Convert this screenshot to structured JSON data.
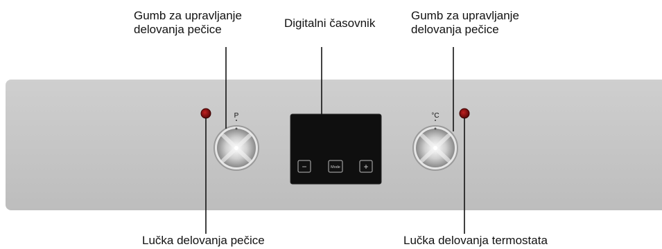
{
  "labels": {
    "left_knob_line1": "Gumb za upravljanje",
    "left_knob_line2": "delovanja pečice",
    "timer": "Digitalni časovnik",
    "right_knob_line1": "Gumb za upravljanje",
    "right_knob_line2": "delovanja pečice",
    "left_lamp": "Lučka delovanja pečice",
    "right_lamp": "Lučka delovanja termostata"
  },
  "panel": {
    "left_knob_symbol": "P",
    "right_knob_symbol": "°C",
    "timer_buttons": {
      "minus": "−",
      "mode": "Mode",
      "plus": "+"
    }
  },
  "colors": {
    "panel": "#c6c6c6",
    "display": "#0f0f0f",
    "lamp": "#8b1010",
    "leader_line": "#111111",
    "knob_metal": "#d9d9d9"
  }
}
